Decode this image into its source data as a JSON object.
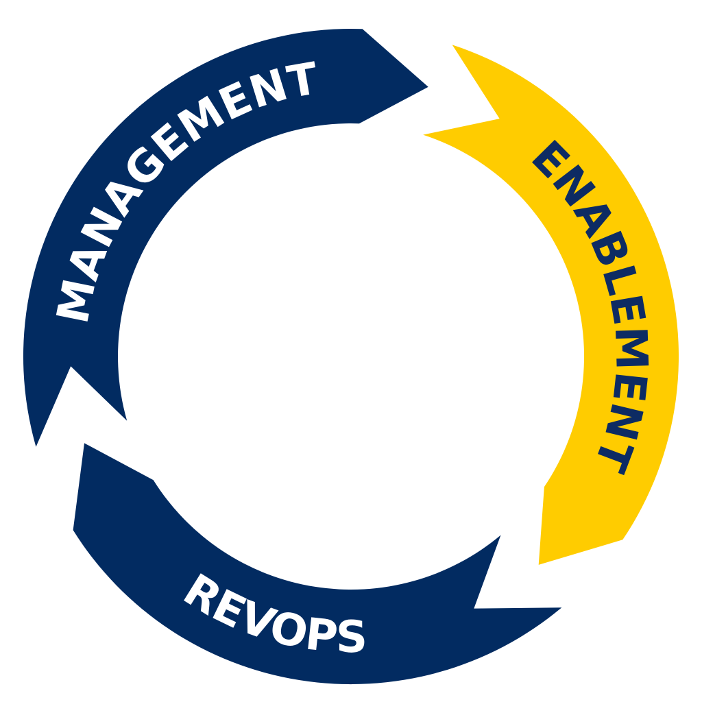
{
  "diagram": {
    "segments": [
      {
        "id": "enablement",
        "label": "ENABLEMENT",
        "fill": "#FFCC00",
        "text_color": "#0D2B63"
      },
      {
        "id": "revops",
        "label": "REVOPS",
        "fill": "#022B61",
        "text_color": "#FFFFFF"
      },
      {
        "id": "management",
        "label": "MANAGEMENT",
        "fill": "#022B61",
        "text_color": "#FFFFFF"
      }
    ]
  }
}
